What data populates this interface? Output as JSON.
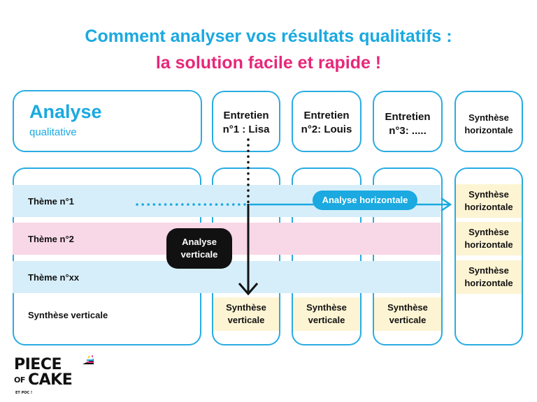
{
  "title": {
    "line1": "Comment analyser vos résultats qualitatifs :",
    "line2": "la solution facile et rapide !"
  },
  "analyse": {
    "title": "Analyse",
    "subtitle": "qualitative"
  },
  "columns": [
    {
      "line1": "Entretien",
      "line2": "n°1 : Lisa"
    },
    {
      "line1": "Entretien",
      "line2": "n°2: Louis"
    },
    {
      "line1": "Entretien",
      "line2": "n°3: ....."
    }
  ],
  "synthese_header": {
    "line1": "Synthèse",
    "line2": "horizontale"
  },
  "rows": [
    "Thème n°1",
    "Thème n°2",
    "Thème n°xx",
    "Synthèse verticale"
  ],
  "synthese_verticale": {
    "line1": "Synthèse",
    "line2": "verticale"
  },
  "synthese_horizontale": {
    "line1": "Synthèse",
    "line2": "horizontale"
  },
  "labels": {
    "analyse_verticale_1": "Analyse",
    "analyse_verticale_2": "verticale",
    "analyse_horizontale": "Analyse horizontale"
  },
  "logo": {
    "line1": "PIECE",
    "of": "OF",
    "line2": "CAKE",
    "tagline": "ET POC !"
  },
  "colors": {
    "blue": "#1aa9e0",
    "pink": "#e6287a",
    "light_blue": "#d6eefa",
    "light_pink": "#f8d7e6",
    "light_yellow": "#fdf4d3"
  }
}
